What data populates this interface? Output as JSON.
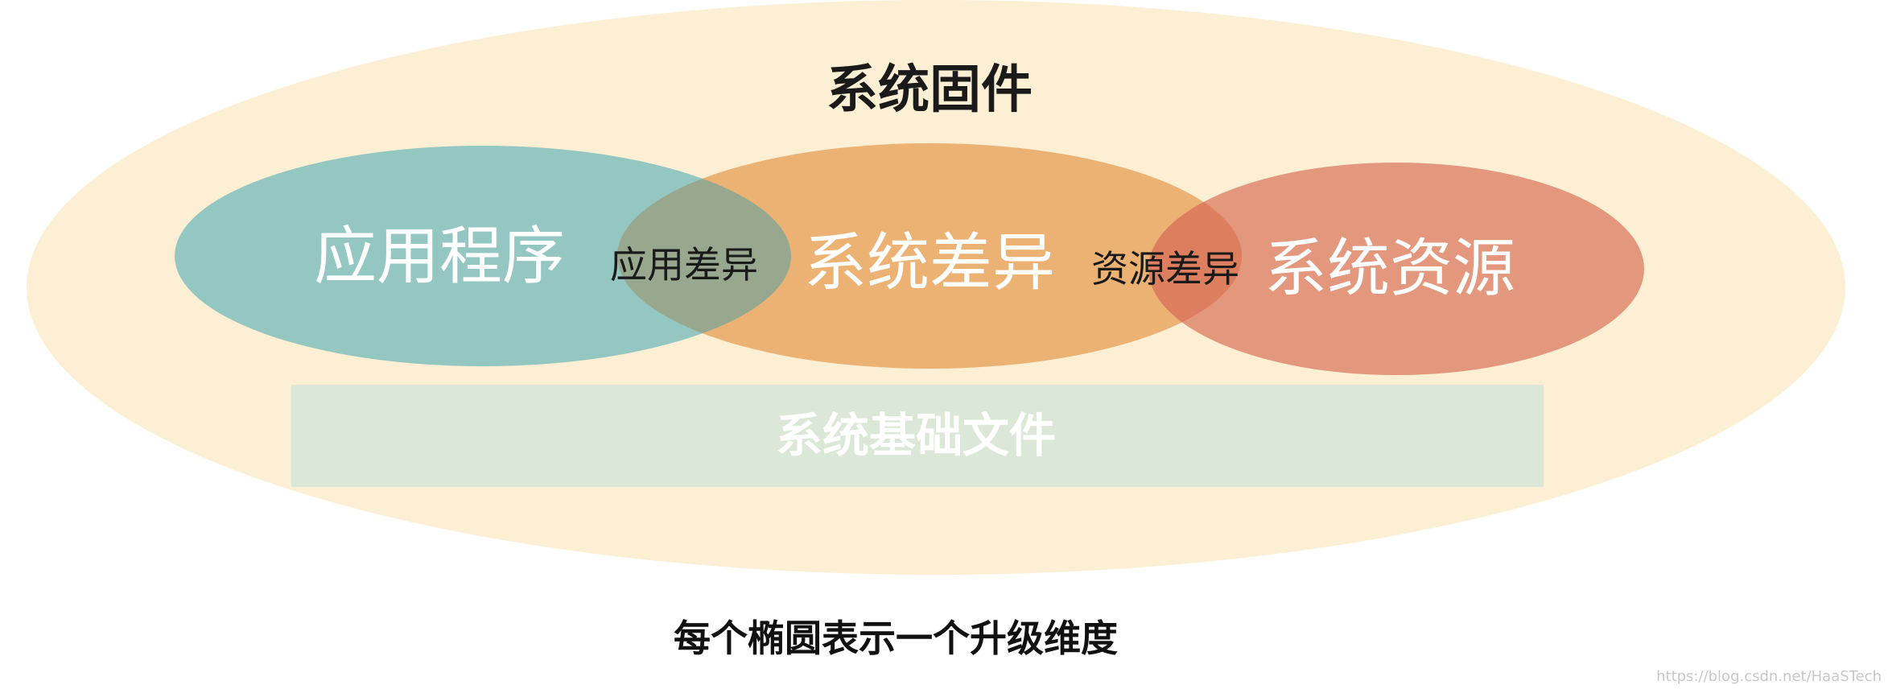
{
  "diagram": {
    "outer_label": "系统固件",
    "ellipses": {
      "app": {
        "label": "应用程序",
        "color": "#8ec4c0"
      },
      "sys_diff": {
        "label": "系统差异",
        "color": "#ebae6f"
      },
      "sys_res": {
        "label": "系统资源",
        "color": "#e19178"
      }
    },
    "overlaps": {
      "app_diff": {
        "label": "应用差异",
        "color": "#98a88f"
      },
      "res_diff": {
        "label": "资源差异",
        "color": "#dd7f5e"
      }
    },
    "base_box": {
      "label": "系统基础文件",
      "color": "#dbe7d7"
    },
    "outer_color": "#fcefd3"
  },
  "caption": "每个椭圆表示一个升级维度",
  "watermark": "https://blog.csdn.net/HaaSTech"
}
